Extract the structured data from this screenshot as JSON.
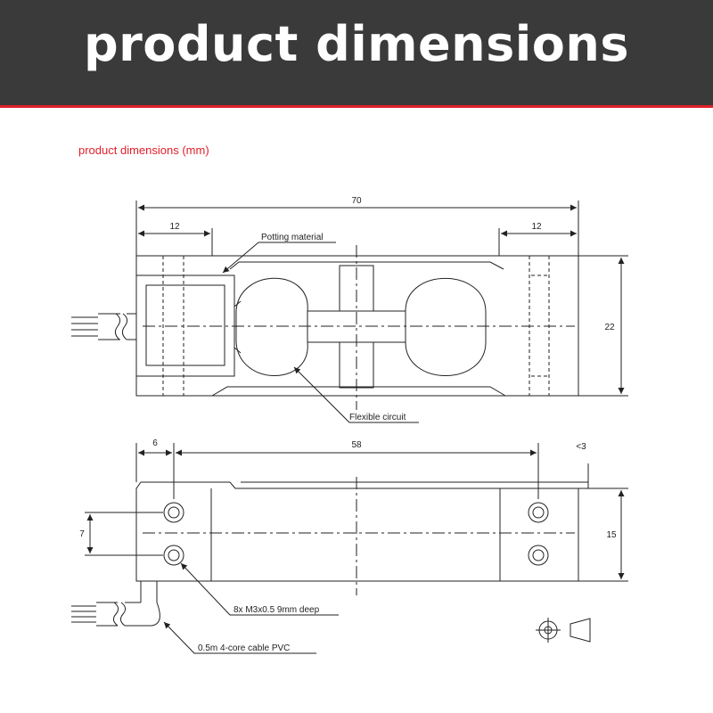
{
  "header": {
    "title": "product dimensions"
  },
  "subtitle": "product dimensions (mm)",
  "top_view": {
    "overall_length": "70",
    "left_offset": "12",
    "right_offset": "12",
    "height": "22",
    "potting_label": "Potting material",
    "flex_label": "Flexible circuit"
  },
  "side_view": {
    "left_offset": "6",
    "hole_span": "58",
    "lip": "<3",
    "hole_pitch": "7",
    "height": "15",
    "thread_label": "8x M3x0.5 9mm deep",
    "cable_label": "0.5m 4-core cable PVC"
  },
  "colors": {
    "header_bg": "#3a3a3a",
    "accent": "#e0202a"
  }
}
